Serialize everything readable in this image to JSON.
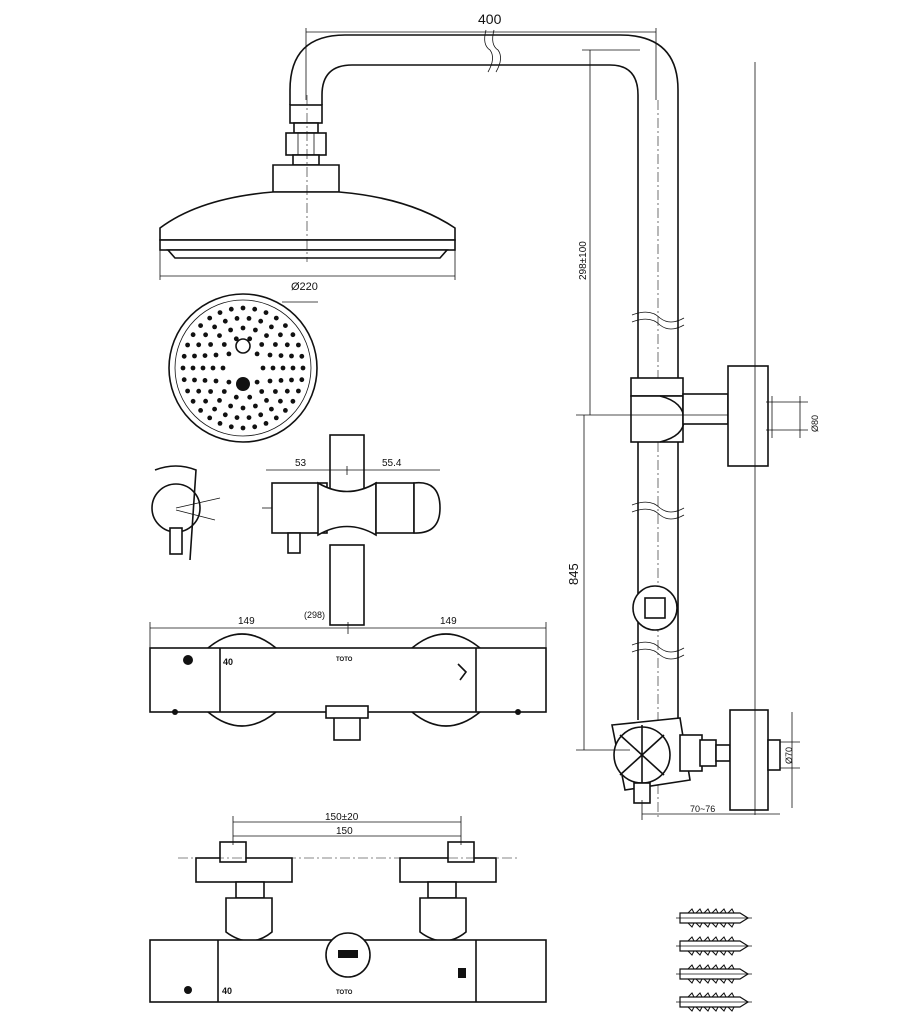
{
  "dimensions": {
    "top_width": "400",
    "rise": "298±100",
    "head_diameter": "Ø220",
    "height": "845",
    "side_diameter_80": "Ø80",
    "side_diameter_70": "Ø70",
    "offset": "70~76",
    "body_left": "149",
    "body_right": "149",
    "body_total": "(298)",
    "valve_left": "53",
    "valve_right": "55.4",
    "inlet_adjust": "150±20",
    "inlet_center": "150"
  },
  "markings": {
    "brand": "TOTO",
    "temp_scale": "40"
  },
  "parts": {
    "anchor_count": 4
  },
  "colors": {
    "line": "#111111",
    "background": "#ffffff"
  }
}
